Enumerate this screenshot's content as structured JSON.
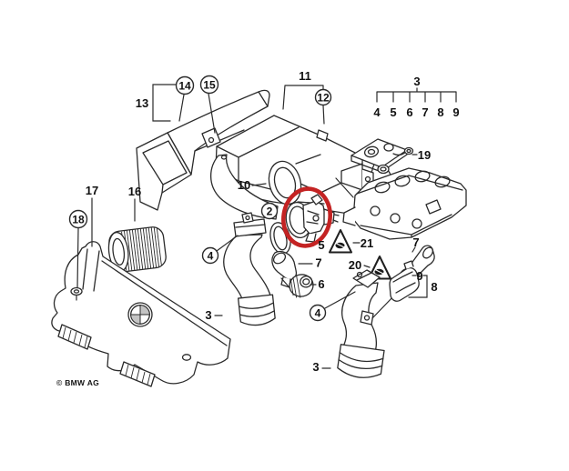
{
  "diagram": {
    "type": "exploded-parts-diagram",
    "copyright": "© BMW AG",
    "colors": {
      "line": "#2b2b2b",
      "highlight_circle": "#c42323",
      "background": "#ffffff"
    },
    "highlight": {
      "shape": "red-ellipse",
      "highlighted_part": "5"
    }
  },
  "callouts": {
    "c13": "13",
    "c14": "14",
    "c15": "15",
    "c11": "11",
    "c12": "12",
    "c10": "10",
    "group3": {
      "header": "3",
      "items": [
        "4",
        "5",
        "6",
        "7",
        "8",
        "9"
      ]
    },
    "c19": "19",
    "c17": "17",
    "c16": "16",
    "c18": "18",
    "c2": "2",
    "c5": "5",
    "c21": "21",
    "c20": "20",
    "c7_left": "7",
    "c6": "6",
    "c4_upper": "4",
    "c3_upper": "3",
    "c7_right": "7",
    "c9": "9",
    "c8": "8",
    "c4_lower": "4",
    "c3_lower": "3"
  }
}
